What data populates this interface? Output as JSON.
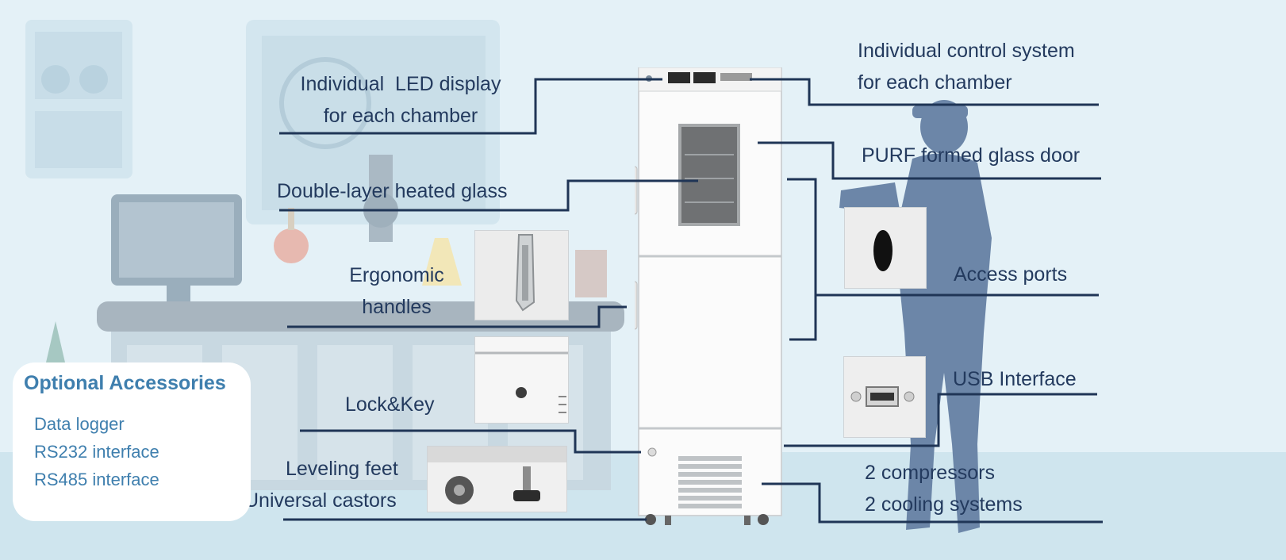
{
  "labels": {
    "led_display_line1": "Individual  LED display",
    "led_display_line2": "for each chamber",
    "control_line1": "Individual control system",
    "control_line2": "for each chamber",
    "purf_glass_door": "PURF formed glass door",
    "heated_glass": "Double-layer heated glass",
    "handles_line1": "Ergonomic",
    "handles_line2": "handles",
    "access_ports": "Access ports",
    "usb_interface": "USB Interface",
    "lock_key": "Lock&Key",
    "leveling_feet": "Leveling feet",
    "castors": "Universal castors",
    "compressors": "2 compressors",
    "cooling_systems": "2 cooling systems"
  },
  "accessories": {
    "title": "Optional Accessories",
    "items": [
      "Data logger",
      "RS232 interface",
      "RS485 interface"
    ]
  },
  "colors": {
    "label_text": "#233a5e",
    "leader_line": "#1f3556",
    "accessory_text": "#3f7fae",
    "background": "#e4f1f7",
    "silhouette": "#6c86a8"
  }
}
